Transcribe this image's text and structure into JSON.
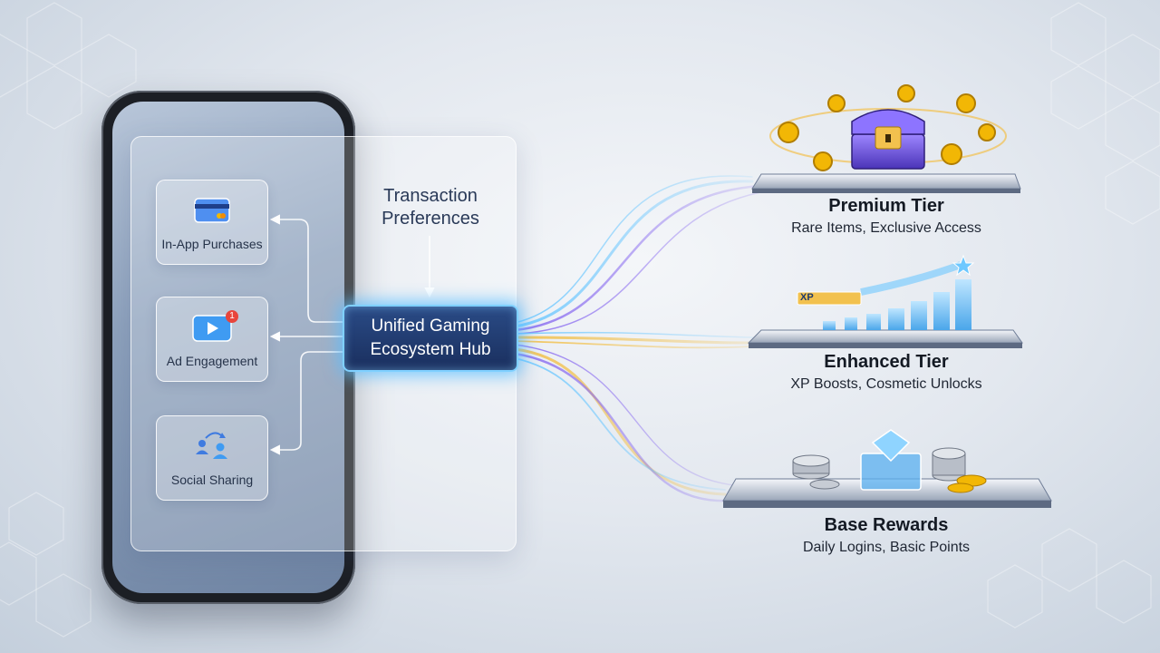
{
  "left_panel": {
    "cards": [
      {
        "label": "In-App Purchases",
        "icon": "credit-card-icon"
      },
      {
        "label": "Ad Engagement",
        "icon": "video-play-icon",
        "badge": "1"
      },
      {
        "label": "Social Sharing",
        "icon": "share-people-icon"
      }
    ],
    "preferences_label": "Transaction\nPreferences",
    "hub_label": "Unified Gaming\nEcosystem Hub"
  },
  "tiers": [
    {
      "title": "Premium Tier",
      "description": "Rare Items, Exclusive Access",
      "icon": "treasure-chest-icon"
    },
    {
      "title": "Enhanced Tier",
      "description": "XP Boosts, Cosmetic Unlocks",
      "icon": "xp-bar-chart-icon",
      "xp_label": "XP"
    },
    {
      "title": "Base Rewards",
      "description": "Daily Logins, Basic Points",
      "icon": "diamond-coins-icon"
    }
  ],
  "colors": {
    "hub_glow": "#7fd0ff",
    "flow_blue": "#6ec8ff",
    "flow_purple": "#8a6cf0",
    "flow_gold": "#f2c14e",
    "chest_purple": "#6a4fd8",
    "coin_gold": "#f2b705"
  }
}
